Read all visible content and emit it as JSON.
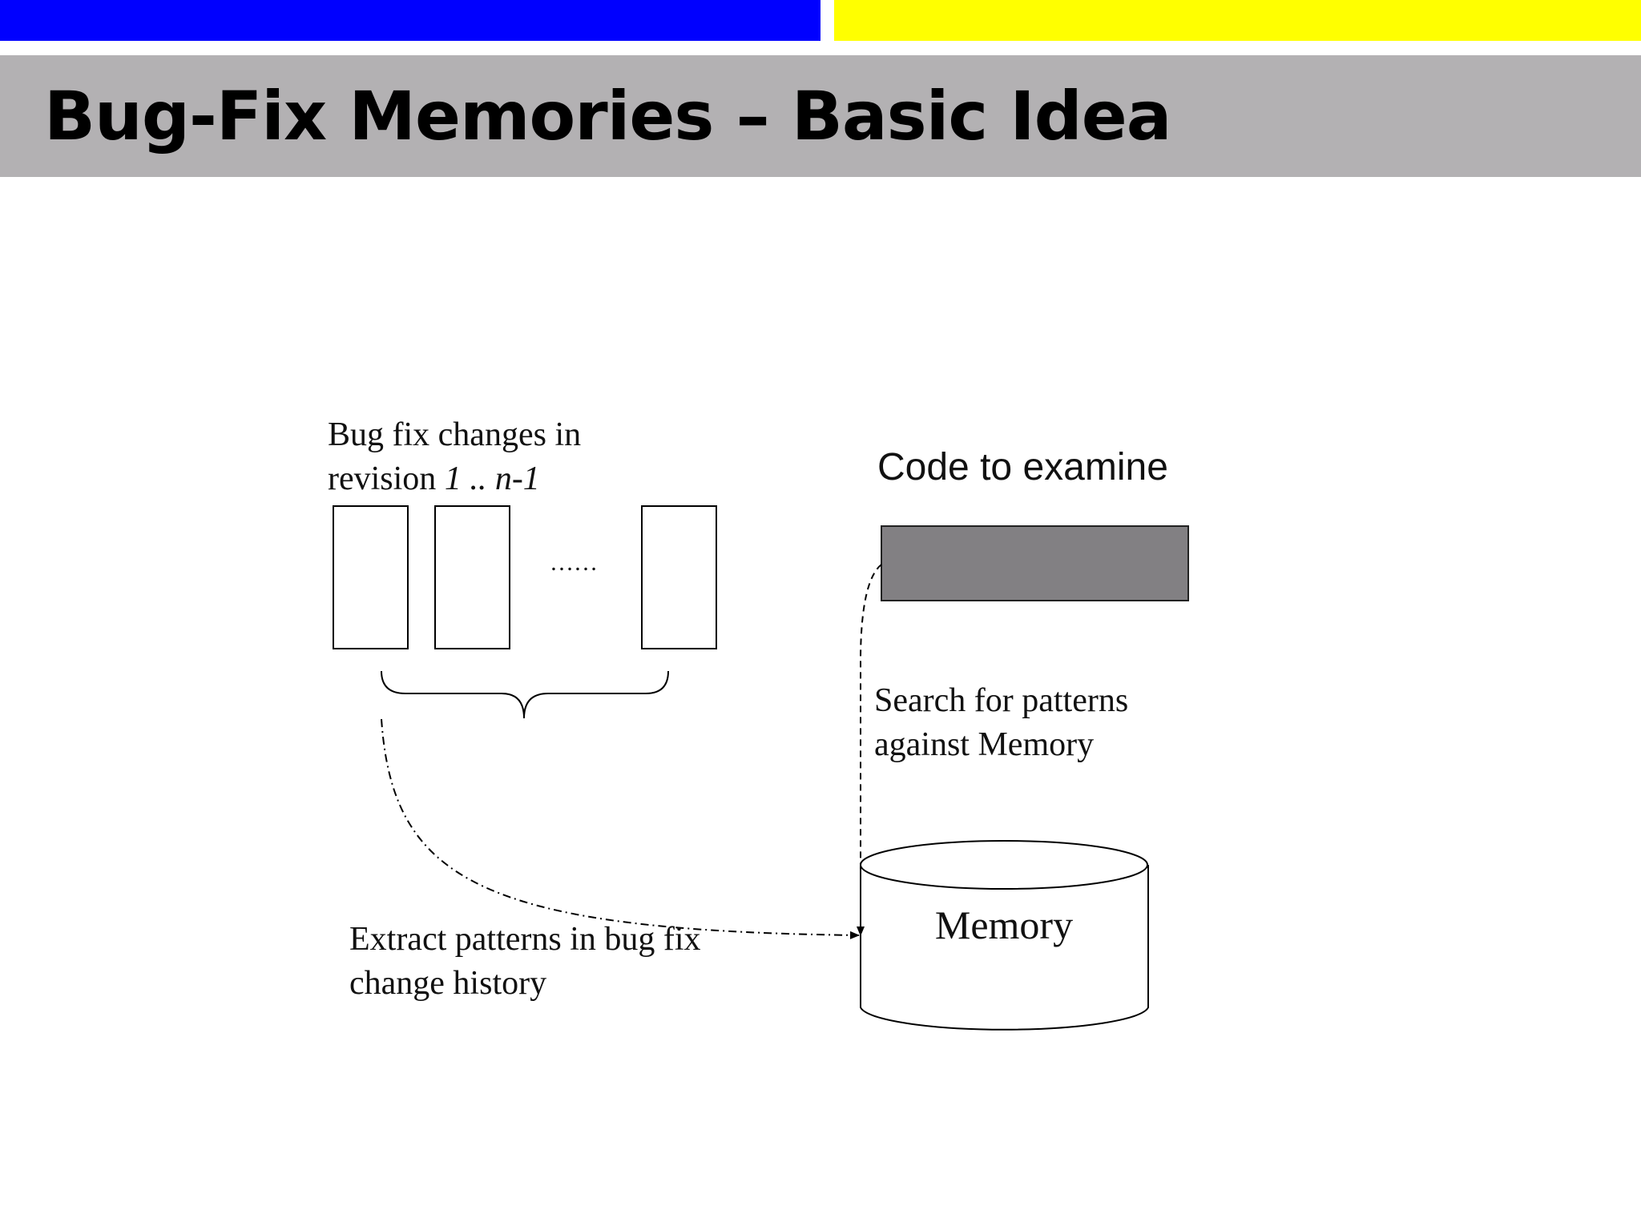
{
  "colors": {
    "top_bar_left": "#0000ff",
    "top_bar_right": "#ffff00",
    "title_band": "#b3b1b3",
    "code_block": "#828083"
  },
  "slide": {
    "title": "Bug-Fix Memories – Basic Idea"
  },
  "diagram": {
    "revisions_label": {
      "line1": "Bug fix changes in",
      "line2_prefix": "revision ",
      "line2_range": "1 .. n-1"
    },
    "ellipsis": "……",
    "code_label": "Code to examine",
    "search_label": {
      "line1": "Search for patterns",
      "line2": "against Memory"
    },
    "extract_label": {
      "line1": "Extract patterns in bug fix",
      "line2": "change history"
    },
    "memory_label": "Memory"
  }
}
